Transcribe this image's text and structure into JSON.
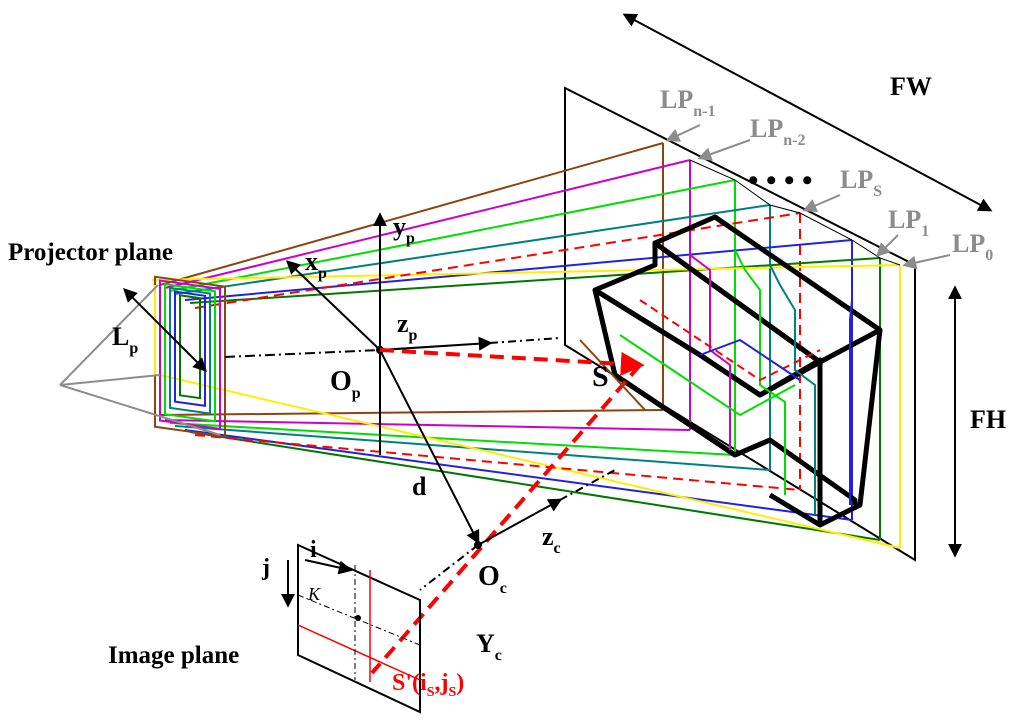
{
  "labels": {
    "fw": "FW",
    "fh": "FH",
    "projector_plane": "Projector plane",
    "image_plane": "Image plane",
    "lp": "LP",
    "lp_sub_n1": "n-1",
    "lp_sub_n2": "n-2",
    "lp_sub_s": "S",
    "lp_sub_1": "1",
    "lp_sub_0": "0",
    "ellipsis": "• • •  •",
    "lp_main": "L",
    "lp_main_sub": "p",
    "x_axis": "x",
    "x_axis_sub": "p",
    "y_axis": "y",
    "y_axis_sub": "p",
    "z_axis": "z",
    "z_axis_sub": "p",
    "op": "O",
    "op_sub": "p",
    "d": "d",
    "s": "S",
    "zc": "z",
    "zc_sub": "c",
    "oc": "O",
    "oc_sub": "c",
    "yc": "Y",
    "yc_sub": "c",
    "i": "i",
    "j": "j",
    "k": "K",
    "s_prime": "S'(i",
    "s_prime_sub1": "S",
    "s_prime_mid": ",j",
    "s_prime_sub2": "S",
    "s_prime_end": ")"
  },
  "colors": {
    "black": "#000000",
    "gray": "#8c8c8c",
    "red": "#ff0000",
    "brown": "#8b4513",
    "magenta": "#cc00cc",
    "green": "#00dd00",
    "teal": "#00807f",
    "blue": "#2222dd",
    "darkgreen": "#007700",
    "yellow": "#ffee00"
  }
}
